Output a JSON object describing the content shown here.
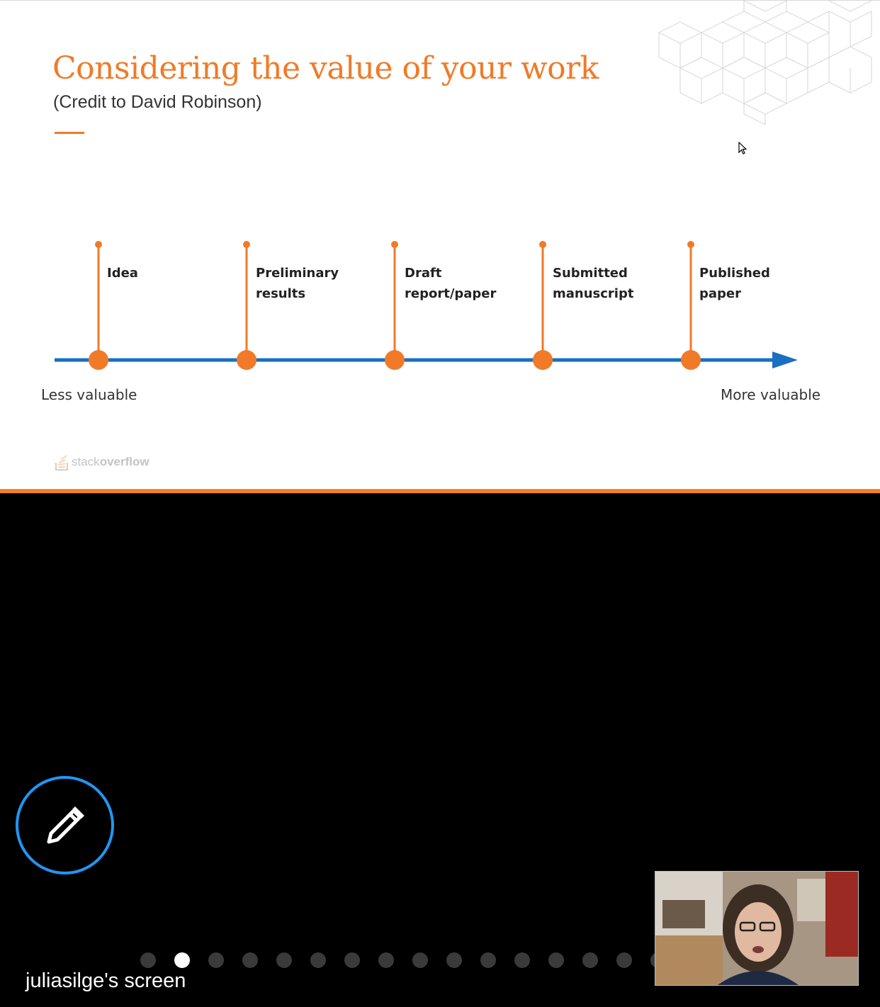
{
  "slide": {
    "title": "Considering the value of your work",
    "subtitle": "(Credit to David Robinson)",
    "milestones": [
      {
        "line1": "Idea",
        "line2": ""
      },
      {
        "line1": "Preliminary",
        "line2": "results"
      },
      {
        "line1": "Draft",
        "line2": "report/paper"
      },
      {
        "line1": "Submitted",
        "line2": "manuscript"
      },
      {
        "line1": "Published",
        "line2": "paper"
      }
    ],
    "axis_left_label": "Less valuable",
    "axis_right_label": "More valuable",
    "logo": {
      "prefix": "stack",
      "suffix": "overflow"
    },
    "colors": {
      "accent": "#f07a28",
      "axis": "#1a6fc4"
    }
  },
  "annotate_button": {
    "icon": "pencil-icon"
  },
  "pager": {
    "total": 18,
    "active_index": 1
  },
  "screen_label": "juliasilge's screen",
  "presenter_video": {
    "icon": "presenter-video"
  }
}
